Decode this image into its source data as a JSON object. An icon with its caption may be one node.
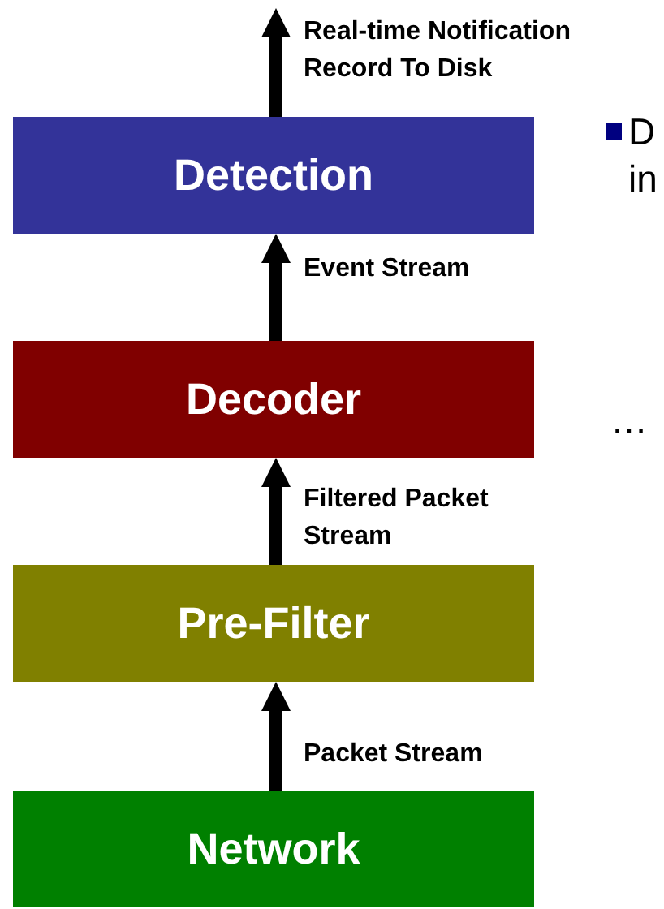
{
  "diagram": {
    "nodes": [
      {
        "text": [
          "Detection"
        ]
      },
      {
        "text": [
          "Decoder"
        ]
      },
      {
        "text": [
          "Pre-Filter"
        ]
      },
      {
        "text": [
          "Network"
        ]
      }
    ],
    "edges": [
      {
        "from": 3,
        "to": 2,
        "arrow": "to",
        "label": "Packet Stream"
      },
      {
        "from": 2,
        "to": 1,
        "arrow": "to",
        "label": "Filtered Packet Stream"
      },
      {
        "from": 1,
        "to": 0,
        "arrow": "to",
        "label": "Event Stream"
      },
      {
        "from": 0,
        "to": null,
        "arrow": "to",
        "label": "Real-time Notification Record To Disk"
      }
    ],
    "labels": [
      "D",
      "in",
      "…"
    ]
  }
}
